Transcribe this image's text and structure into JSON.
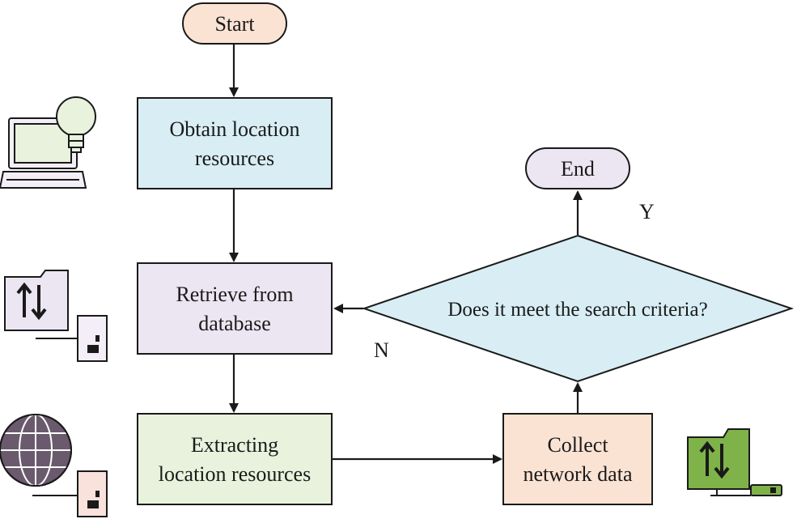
{
  "nodes": {
    "start": {
      "label": "Start",
      "fill": "#fbe3d4"
    },
    "obtain": {
      "line1": "Obtain location",
      "line2": "resources",
      "fill": "#d8eef4"
    },
    "retrieve": {
      "line1": "Retrieve from",
      "line2": "database",
      "fill": "#ece6f3"
    },
    "extracting": {
      "line1": "Extracting",
      "line2": "location resources",
      "fill": "#e8f2dd"
    },
    "collect": {
      "line1": "Collect",
      "line2": "network data",
      "fill": "#fbe3d4"
    },
    "decision": {
      "label": "Does it meet the search criteria?",
      "fill": "#d8eef4"
    },
    "end": {
      "label": "End",
      "fill": "#ece6f3"
    }
  },
  "edges": {
    "yes_label": "Y",
    "no_label": "N"
  },
  "icons": [
    "laptop-lightbulb-icon",
    "file-transfer-icon",
    "globe-icon",
    "file-transfer-green-icon"
  ],
  "colors": {
    "stroke": "#1a1a1a",
    "icon_green": "#7fb34a",
    "icon_fill": "#f3eef7"
  }
}
